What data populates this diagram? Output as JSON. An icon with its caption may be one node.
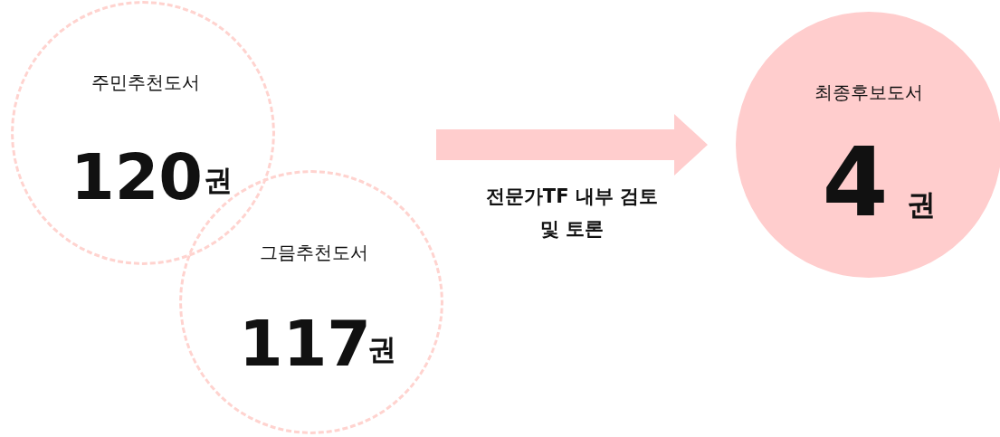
{
  "diagram": {
    "nodes": [
      {
        "text": [
          "주민추천도서",
          "120",
          "권"
        ]
      },
      {
        "text": [
          "그믐추천도서",
          "117",
          "권"
        ]
      },
      {
        "text": [
          "최종후보도서",
          "4",
          "권"
        ]
      }
    ],
    "edges": [
      {
        "from": null,
        "to": 2,
        "arrow": "to",
        "label": "전문가TF 내부 검토 및 토론",
        "style": "thick"
      }
    ]
  }
}
